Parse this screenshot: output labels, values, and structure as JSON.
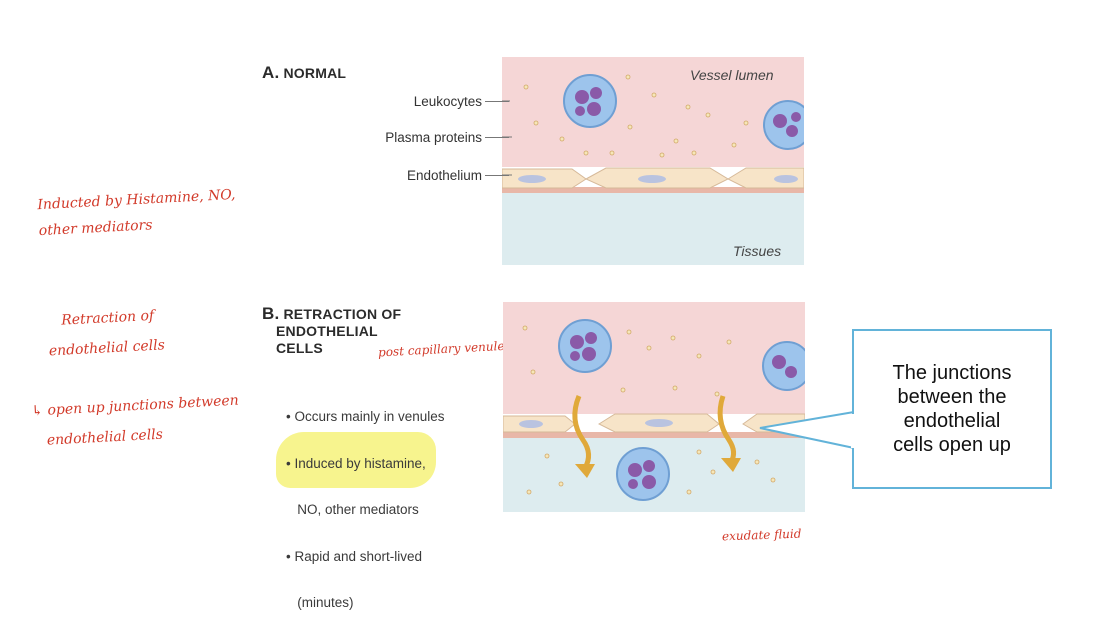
{
  "panel_a": {
    "title_letter": "A.",
    "title": "NORMAL",
    "labels": {
      "leukocytes": "Leukocytes",
      "plasma_proteins": "Plasma proteins",
      "endothelium": "Endothelium"
    },
    "vessel_lumen": "Vessel lumen",
    "tissues": "Tissues"
  },
  "panel_b": {
    "title_letter": "B.",
    "title_lines": [
      "RETRACTION OF",
      "ENDOTHELIAL",
      "CELLS"
    ],
    "bullets": [
      "• Occurs mainly in venules",
      "• Induced by histamine,",
      "   NO, other mediators",
      "• Rapid and short-lived",
      "   (minutes)"
    ]
  },
  "callout": {
    "lines": [
      "The junctions",
      "between the",
      "endothelial",
      "cells open up"
    ]
  },
  "handwritten": {
    "note1_line1": "Inducted by Histamine, NO,",
    "note1_line2": "other mediators",
    "note2_line1": "Retraction of",
    "note2_line2": "endothelial cells",
    "note3_line1": "↳ open up junctions between",
    "note3_line2": "endothelial cells",
    "note4": "post capillary venules",
    "note5": "exudate fluid"
  },
  "colors": {
    "lumen": "#f5d6d6",
    "tissue": "#ddecef",
    "endothelium": "#f7e4c8",
    "membrane": "#e8b7a8",
    "highlight": "#f6f27a",
    "callout_border": "#62b3d9",
    "ink_red": "#d23a2a",
    "arrow": "#e0a93a"
  }
}
